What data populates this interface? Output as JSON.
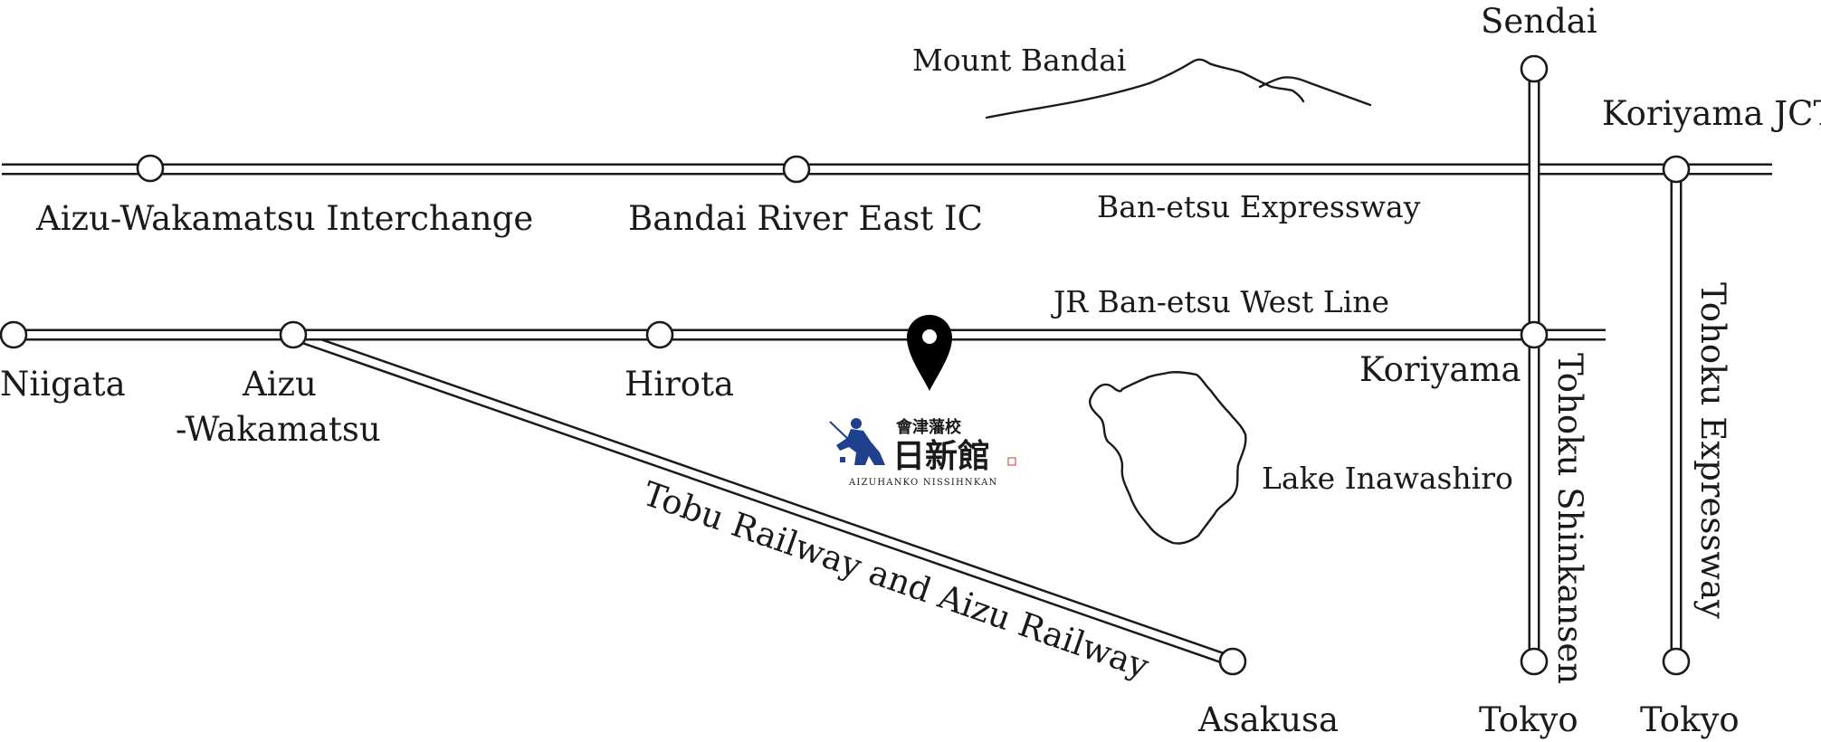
{
  "mountain": {
    "label": "Mount Bandai"
  },
  "lake": {
    "label": "Lake Inawashiro"
  },
  "expressway": {
    "label": "Ban-etsu Expressway",
    "stops": {
      "west_ic": "Aizu-Wakamatsu Interchange",
      "bandai_ic": "Bandai River East IC",
      "jct": "Koriyama JCT"
    }
  },
  "jr_line": {
    "label": "JR Ban-etsu West Line",
    "stations": {
      "niigata": "Niigata",
      "aizu_line1": "Aizu",
      "aizu_line2": "-Wakamatsu",
      "hirota": "Hirota",
      "koriyama": "Koriyama"
    }
  },
  "tobu_line": {
    "label": "Tobu Railway and Aizu Railway",
    "terminus": "Asakusa"
  },
  "shinkansen": {
    "label": "Tohoku Shinkansen",
    "north": "Sendai",
    "south": "Tokyo"
  },
  "tohoku_expressway": {
    "label": "Tohoku Expressway",
    "south": "Tokyo"
  },
  "destination": {
    "pin_icon": "location-pin-icon",
    "logo_jp_top": "會津藩校",
    "logo_jp_main": "日新館",
    "logo_en": "AIZUHANKO NISSIHNKAN",
    "logo_color": "#1f3f8f"
  }
}
